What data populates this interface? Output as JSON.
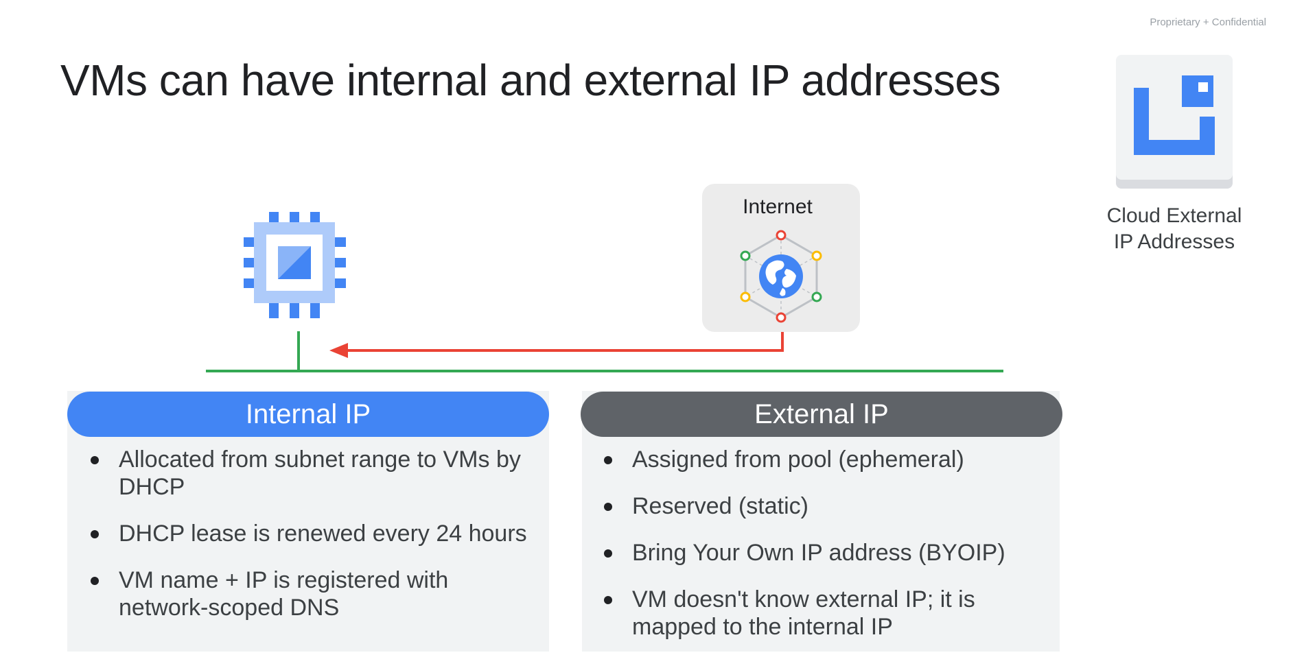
{
  "header": {
    "confidential": "Proprietary + Confidential",
    "title": "VMs can have internal and external IP addresses"
  },
  "product": {
    "label_line1": "Cloud External",
    "label_line2": "IP Addresses",
    "icon": "cloud-external-ip-icon"
  },
  "diagram": {
    "vm_icon": "compute-chip-icon",
    "internet_label": "Internet",
    "internet_icon": "globe-network-icon",
    "colors": {
      "network_line": "#34a853",
      "arrow": "#ea4335",
      "chip_blue": "#4285f4",
      "chip_light": "#aecbfa"
    }
  },
  "internal": {
    "heading": "Internal IP",
    "color": "#4285f4",
    "bullets": [
      "Allocated from subnet range to VMs by DHCP",
      "DHCP lease is renewed every 24 hours",
      "VM name + IP is registered with network-scoped DNS"
    ]
  },
  "external": {
    "heading": "External IP",
    "color": "#5f6368",
    "bullets": [
      "Assigned from pool (ephemeral)",
      "Reserved (static)",
      "Bring Your Own IP address (BYOIP)",
      "VM doesn't know external IP; it is mapped to the internal IP"
    ]
  }
}
